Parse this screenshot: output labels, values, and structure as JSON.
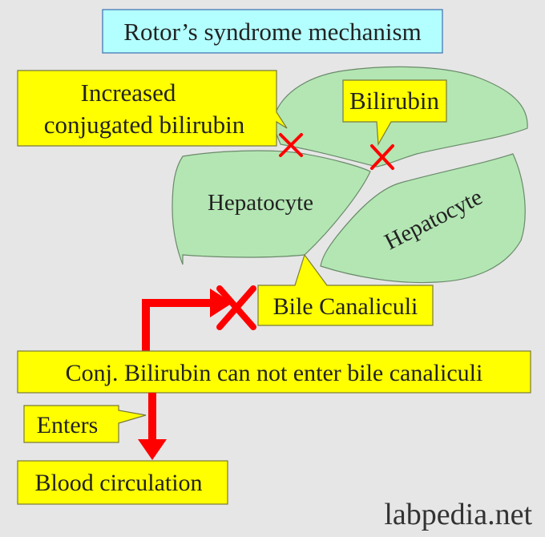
{
  "title": "Rotor’s syndrome mechanism",
  "callouts": {
    "increased_line1": "Increased",
    "increased_line2": "conjugated bilirubin",
    "bilirubin": "Bilirubin",
    "bile_canaliculi": "Bile Canaliculi",
    "conj_bilirubin": "Conj. Bilirubin can not enter bile canaliculi",
    "enters": "Enters",
    "blood_circulation": "Blood circulation"
  },
  "cells": {
    "left": "Hepatocyte",
    "right": "Hepatocyte"
  },
  "watermark": "labpedia.net",
  "colors": {
    "background": "#e6e6e6",
    "title_fill": "#b3ffff",
    "callout_fill": "#ffff00",
    "cell_fill": "#b3e6b3",
    "arrow": "#ff0000",
    "cross": "#ff0000"
  }
}
